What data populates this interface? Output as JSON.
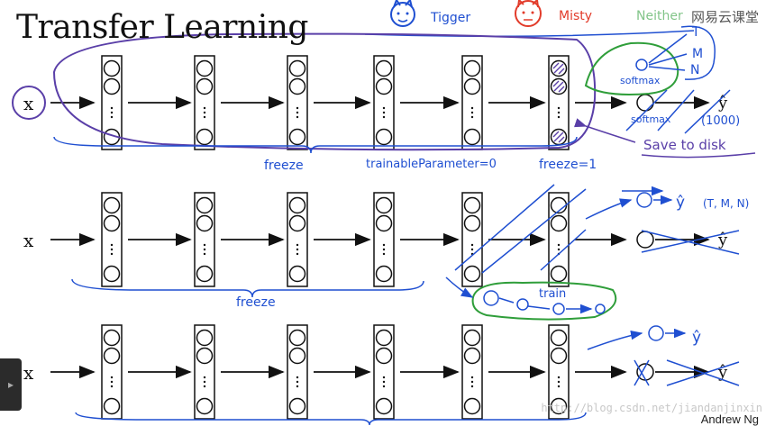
{
  "title": "Transfer Learning",
  "brand": "网易云课堂",
  "credit": "Andrew Ng",
  "watermark": "http://blog.csdn.net/jiandanjinxin",
  "input_label": "x",
  "output_label": "ŷ",
  "pets": [
    "Tigger",
    "Misty",
    "Neither"
  ],
  "pet_colors": [
    "#1f4fd1",
    "#e23b2a",
    "#2f9e3a"
  ],
  "row1": {
    "softmax": "softmax",
    "classes": [
      "T",
      "M",
      "N"
    ],
    "output_dims": "(1000)",
    "freeze_label": "freeze",
    "trainable_label": "trainableParameter=0",
    "freeze_param": "freeze=1",
    "save_label": "Save to disk"
  },
  "row2": {
    "freeze_label": "freeze",
    "train_label": "train",
    "classes_label": "(T, M, N)"
  },
  "player_icon": "play-icon"
}
